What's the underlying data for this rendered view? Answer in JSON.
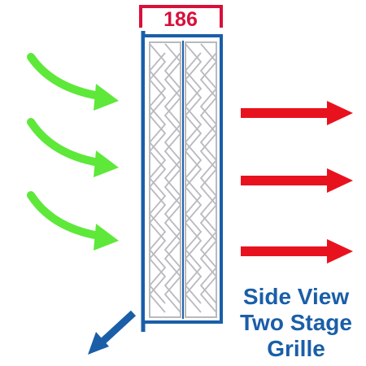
{
  "dimension_label": "186",
  "caption": {
    "line1": "Side View",
    "line2": "Two Stage",
    "line3": "Grille"
  },
  "colors": {
    "frame_blue": "#1a5ea8",
    "inlet_green": "#5ee83a",
    "outlet_red": "#e8121e",
    "dimension_red": "#d8103a",
    "mesh_gray": "#b9b9c0",
    "caption_blue": "#1a5ea8",
    "drain_arrow": "#1a5ea8"
  },
  "icons": [
    "inlet-air-arrow",
    "outlet-air-arrow",
    "drain-arrow"
  ]
}
